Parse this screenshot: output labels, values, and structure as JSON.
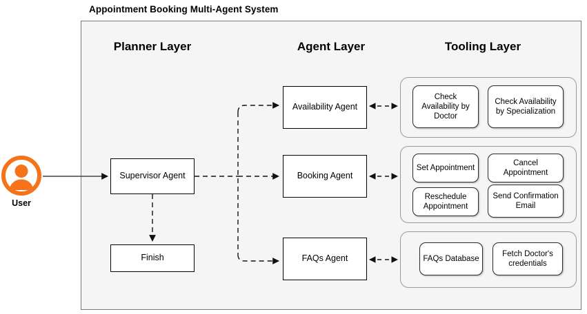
{
  "diagram": {
    "title": "Appointment Booking Multi-Agent System",
    "accent_color": "#F4731B",
    "container_fill": "#f5f5f5",
    "container_border": "#7a7a7a",
    "node_border": "#000000",
    "node_fill": "#ffffff"
  },
  "actor": {
    "label": "User",
    "icon": "user-avatar-icon"
  },
  "layers": {
    "planner": {
      "title": "Planner Layer",
      "nodes": {
        "supervisor": "Supervisor Agent",
        "finish": "Finish"
      }
    },
    "agent": {
      "title": "Agent Layer",
      "nodes": {
        "availability": "Availability Agent",
        "booking": "Booking Agent",
        "faqs": "FAQs Agent"
      }
    },
    "tooling": {
      "title": "Tooling Layer",
      "groups": [
        {
          "name": "availability-tools",
          "tools": [
            "Check Availability by Doctor",
            "Check Availability by Specialization"
          ]
        },
        {
          "name": "booking-tools",
          "tools": [
            "Set Appointment",
            "Cancel Appointment",
            "Reschedule Appointment",
            "Send Confirmation Email"
          ]
        },
        {
          "name": "faqs-tools",
          "tools": [
            "FAQs Database",
            "Fetch Doctor's credentials"
          ]
        }
      ]
    }
  }
}
